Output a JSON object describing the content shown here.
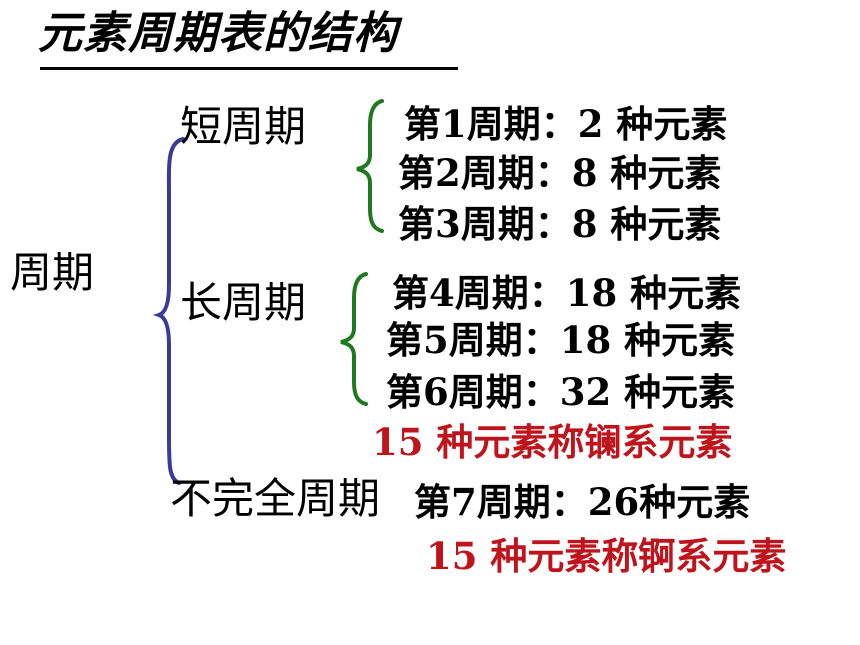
{
  "title": "元素周期表的结构",
  "period_label": "周期",
  "groups": {
    "short": {
      "label": "短周期",
      "items": [
        "第1周期：2 种元素",
        "第2周期：8 种元素",
        "第3周期：8 种元素"
      ]
    },
    "long": {
      "label": "长周期",
      "items": [
        "第4周期：18 种元素",
        "第5周期：18 种元素",
        "第6周期：32 种元素"
      ],
      "note": "15 种元素称镧系元素"
    },
    "incomplete": {
      "label": "不完全周期",
      "item": "第7周期：26种元素",
      "note": "15 种元素称锕系元素"
    }
  },
  "colors": {
    "outer_brace": "#3a3a9a",
    "inner_brace": "#1f7a1f",
    "note_red": "#c0141c"
  }
}
